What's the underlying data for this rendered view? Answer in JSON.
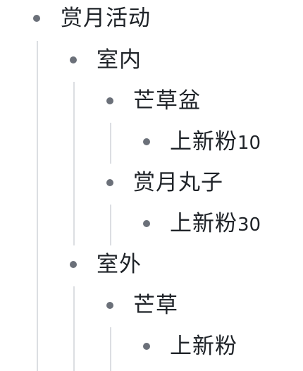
{
  "outline": {
    "root": {
      "label": "赏月活动",
      "children": [
        {
          "label": "室内",
          "children": [
            {
              "label": "芒草盆",
              "children": [
                {
                  "label": "上新粉",
                  "suffix": "10"
                }
              ]
            },
            {
              "label": "赏月丸子",
              "children": [
                {
                  "label": "上新粉",
                  "suffix": "30"
                }
              ]
            }
          ]
        },
        {
          "label": "室外",
          "children": [
            {
              "label": "芒草",
              "children": [
                {
                  "label": "上新粉",
                  "suffix": ""
                }
              ]
            }
          ]
        }
      ]
    },
    "colors": {
      "bullet": "#6b7079",
      "guide": "#dcdee2",
      "text": "#1f2328"
    }
  }
}
